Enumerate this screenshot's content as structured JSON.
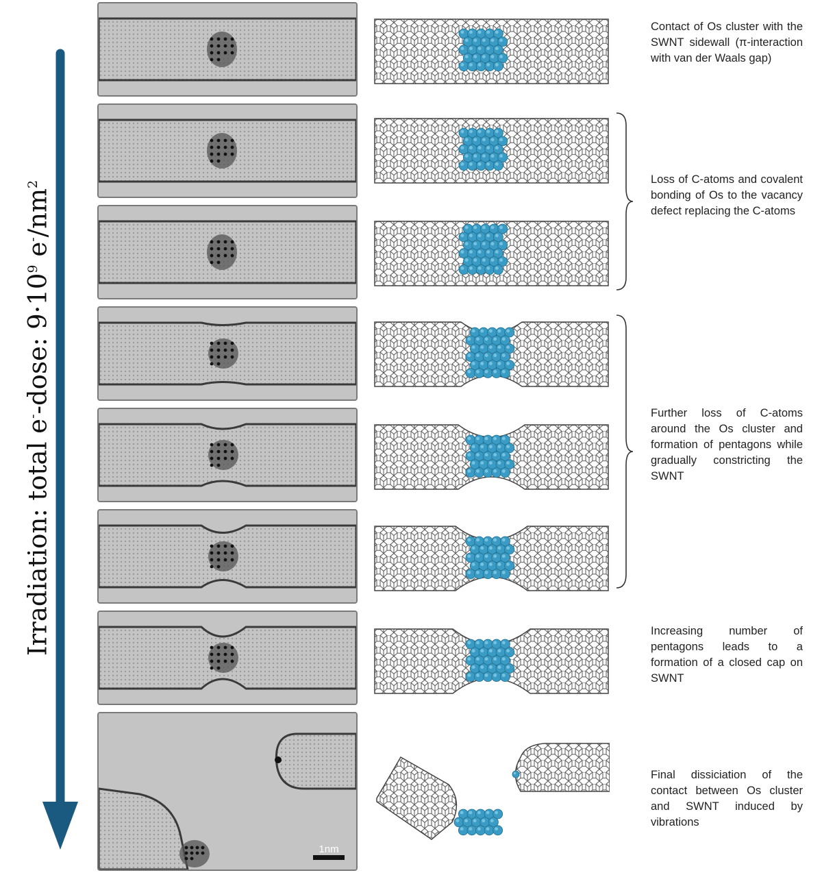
{
  "axis": {
    "label_prefix": "Irradiation:  total e",
    "label_sup1": "-",
    "label_mid": "-dose: 9·10",
    "label_sup2": "9",
    "label_mid2": " e",
    "label_sup3": "-",
    "label_mid3": "/nm",
    "label_sup4": "2",
    "arrow_color": "#1a5a80"
  },
  "panels": [
    {
      "stage": 1,
      "cluster": "single"
    },
    {
      "stage": 2,
      "cluster": "single"
    },
    {
      "stage": 3,
      "cluster": "single"
    },
    {
      "stage": 4,
      "cluster": "neck"
    },
    {
      "stage": 5,
      "cluster": "neck"
    },
    {
      "stage": 6,
      "cluster": "neck"
    },
    {
      "stage": 7,
      "cluster": "neck"
    },
    {
      "stage": 8,
      "cluster": "separated"
    }
  ],
  "scale_bar": {
    "label": "1nm"
  },
  "descriptions": [
    {
      "text": "Contact of Os cluster with the SWNT sidewall (π-interaction with van der Waals gap)"
    },
    {
      "text": "Loss of C-atoms and covalent bonding of Os to the vacancy defect replacing the C-atoms"
    },
    {
      "text": "Further loss of C-atoms around the Os cluster and formation of pentagons while gradually constricting the SWNT"
    },
    {
      "text": "Increasing number of pentagons leads to a formation of a closed cap on SWNT"
    },
    {
      "text": "Final dissiciation of the contact between Os cluster and SWNT induced by vibrations"
    }
  ],
  "colors": {
    "os_atom": "#3a9cc4",
    "tube_line": "#444444",
    "tem_bg": "#c4c4c4"
  }
}
